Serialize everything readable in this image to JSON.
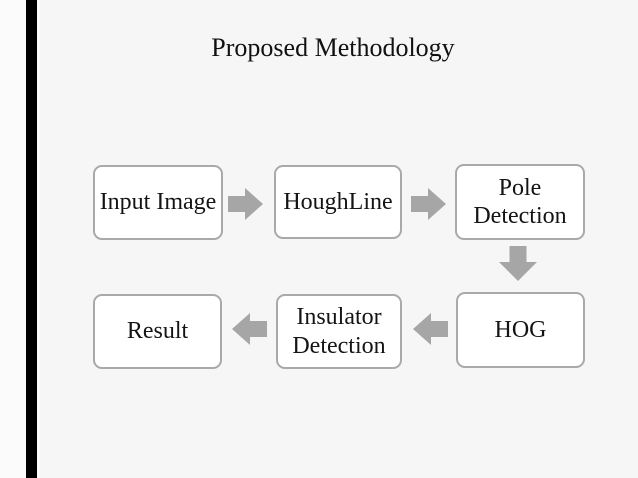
{
  "slide": {
    "title": "Proposed Methodology"
  },
  "colors": {
    "slide_background": "#f6f6f6",
    "left_margin": "#fbfbfb",
    "accent_bar": "#000000",
    "node_fill": "#ffffff",
    "node_border": "#a9a9a9",
    "arrow": "#a6a6a6",
    "text": "#141414"
  },
  "flowchart": {
    "arrow_color": "#a6a6a6",
    "nodes": [
      {
        "id": "input-image",
        "label": "Input Image"
      },
      {
        "id": "houghline",
        "label": "HoughLine"
      },
      {
        "id": "pole-detection",
        "label": "Pole Detection"
      },
      {
        "id": "hog",
        "label": "HOG"
      },
      {
        "id": "insulator-detection",
        "label": "Insulator Detection"
      },
      {
        "id": "result",
        "label": "Result"
      }
    ],
    "connections": [
      {
        "from": "input-image",
        "to": "houghline",
        "direction": "right"
      },
      {
        "from": "houghline",
        "to": "pole-detection",
        "direction": "right"
      },
      {
        "from": "pole-detection",
        "to": "hog",
        "direction": "down"
      },
      {
        "from": "hog",
        "to": "insulator-detection",
        "direction": "left"
      },
      {
        "from": "insulator-detection",
        "to": "result",
        "direction": "left"
      }
    ]
  }
}
